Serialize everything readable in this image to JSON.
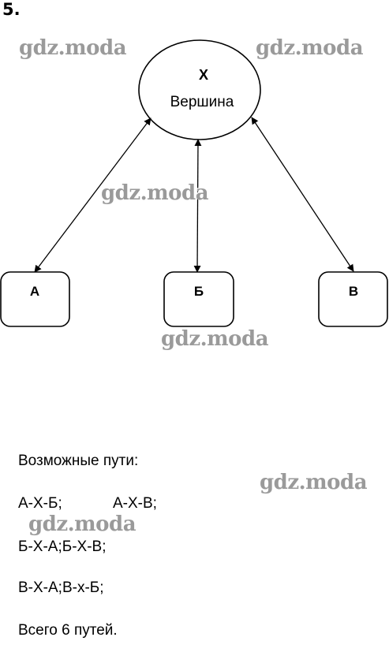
{
  "task": {
    "number": "5."
  },
  "diagram": {
    "center": {
      "letter": "Х",
      "caption": "Вершина"
    },
    "nodes": [
      {
        "id": "a",
        "label": "А"
      },
      {
        "id": "b",
        "label": "Б"
      },
      {
        "id": "v",
        "label": "В"
      }
    ]
  },
  "text": {
    "heading": "Возможные пути:",
    "paths_row1_col1": "А-Х-Б;",
    "paths_row1_col2": "А-Х-В;",
    "paths_row2": "Б-Х-А;Б-Х-В;",
    "paths_row3": "В-Х-А;В-х-Б;",
    "total": "Всего 6 путей."
  },
  "watermark": {
    "text": "gdz.moda"
  },
  "colors": {
    "line": "#000000",
    "watermark": "#9a9a9a"
  }
}
